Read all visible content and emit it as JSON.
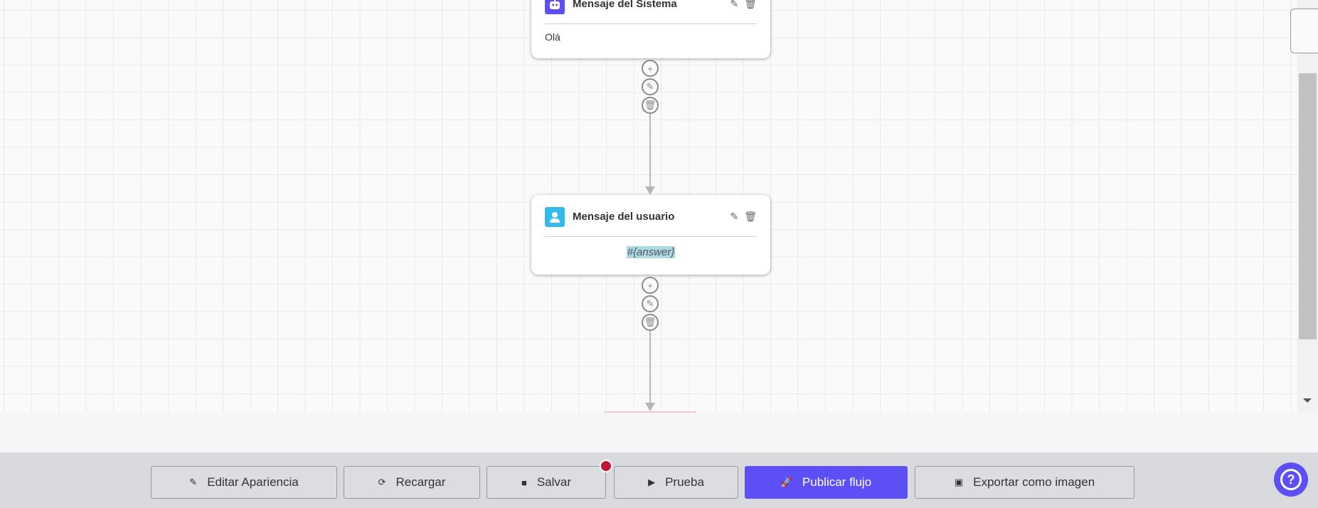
{
  "nodes": [
    {
      "title": "Mensaje del Sistema",
      "icon": "robot-icon",
      "icon_color": "#5b4ff5",
      "content": "Olá"
    },
    {
      "title": "Mensaje del usuario",
      "icon": "user-icon",
      "icon_color": "#2fbcec",
      "content": "#{answer}"
    }
  ],
  "toolbar": {
    "edit_appearance": "Editar Apariencia",
    "reload": "Recargar",
    "save": "Salvar",
    "test": "Prueba",
    "publish": "Publicar flujo",
    "export": "Exportar como imagen"
  },
  "colors": {
    "accent": "#5b4ff5",
    "unsaved_dot": "#c0163a",
    "highlight": "#add8e6"
  }
}
